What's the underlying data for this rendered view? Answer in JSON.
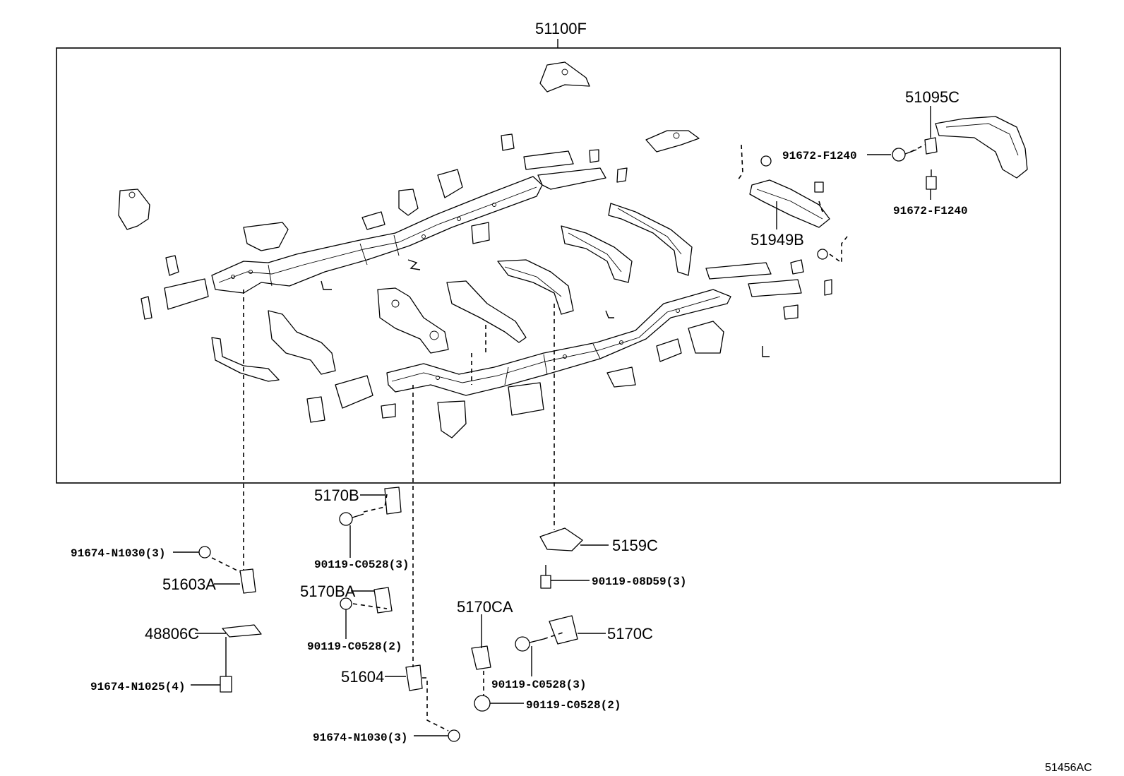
{
  "labels": {
    "frame_assy": "51100F",
    "p51095C": "51095C",
    "p91672_a": "91672-F1240",
    "p91672_b": "91672-F1240",
    "p51949B": "51949B",
    "p5170B": "5170B",
    "p90119_c0528_3_a": "90119-C0528(3)",
    "p5170BA": "5170BA",
    "p90119_c0528_2_a": "90119-C0528(2)",
    "p51604": "51604",
    "p91674_n1030_a": "91674-N1030(3)",
    "p91674_n1030_b": "91674-N1030(3)",
    "p51603A": "51603A",
    "p48806C": "48806C",
    "p91674_n1025": "91674-N1025(4)",
    "p5159C": "5159C",
    "p90119_08d59": "90119-08D59(3)",
    "p5170CA": "5170CA",
    "p5170C": "5170C",
    "p90119_c0528_3_b": "90119-C0528(3)",
    "p90119_c0528_2_b": "90119-C0528(2)",
    "diagram_id": "51456AC"
  }
}
